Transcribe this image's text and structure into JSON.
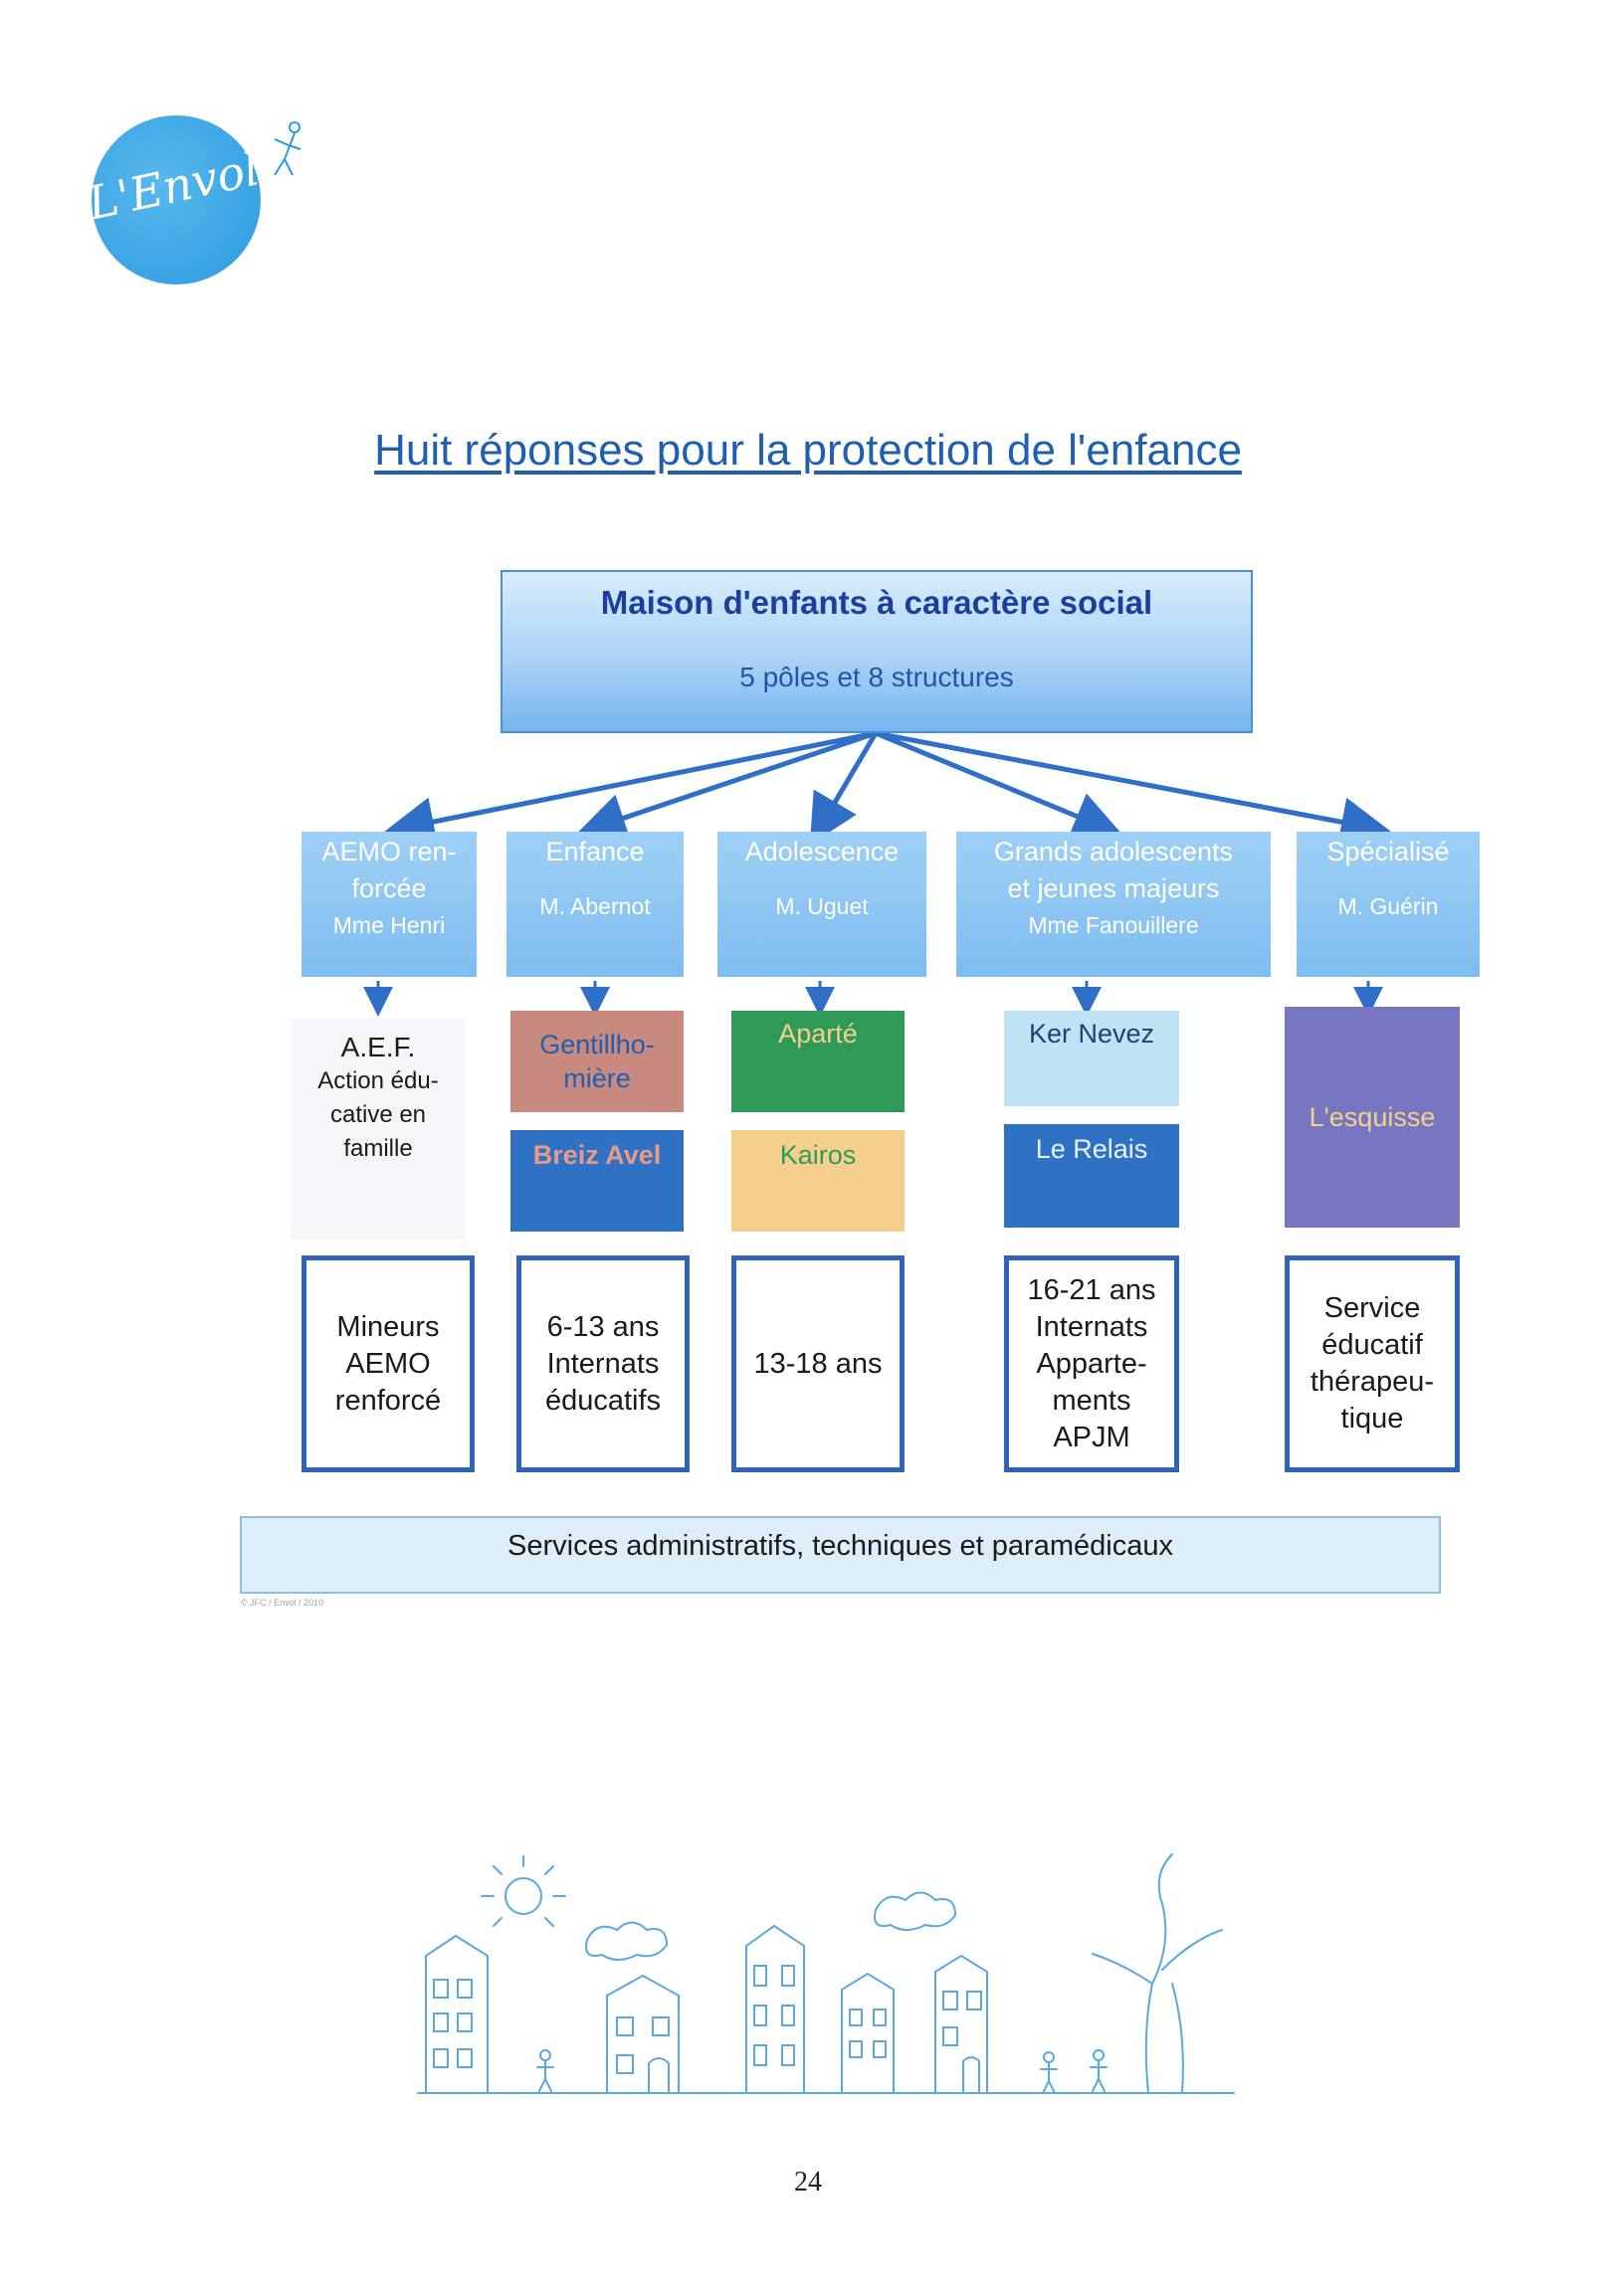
{
  "logo": {
    "text": "L'Envol"
  },
  "title": "Huit réponses pour la protection de l'enfance",
  "root": {
    "title": "Maison d'enfants à caractère social",
    "subtitle": "5 pôles et 8 structures"
  },
  "poles": [
    {
      "name_line1": "AEMO ren-",
      "name_line2": "forcée",
      "manager": "Mme Henri"
    },
    {
      "name_line1": "Enfance",
      "name_line2": "",
      "manager": "M. Abernot"
    },
    {
      "name_line1": "Adolescence",
      "name_line2": "",
      "manager": "M. Uguet"
    },
    {
      "name_line1": "Grands adolescents",
      "name_line2": "et jeunes majeurs",
      "manager": "Mme Fanouillere"
    },
    {
      "name_line1": "Spécialisé",
      "name_line2": "",
      "manager": "M. Guérin"
    }
  ],
  "structures": {
    "aef": {
      "title": "A.E.F.",
      "line1": "Action édu-",
      "line2": "cative en",
      "line3": "famille"
    },
    "gentillhomiere": {
      "line1": "Gentillho-",
      "line2": "mière"
    },
    "breiz_avel": "Breiz Avel",
    "aparte": "Aparté",
    "kairos": "Kairos",
    "ker_nevez": "Ker Nevez",
    "le_relais": "Le Relais",
    "esquisse": "L'esquisse"
  },
  "ages": [
    {
      "l1": "Mineurs",
      "l2": "AEMO",
      "l3": "renforcé",
      "l4": "",
      "l5": ""
    },
    {
      "l1": "6-13 ans",
      "l2": "Internats",
      "l3": "éducatifs",
      "l4": "",
      "l5": ""
    },
    {
      "l1": "13-18 ans",
      "l2": "",
      "l3": "",
      "l4": "",
      "l5": ""
    },
    {
      "l1": "16-21 ans",
      "l2": "Internats",
      "l3": "Apparte-",
      "l4": "ments",
      "l5": "APJM"
    },
    {
      "l1": "Service",
      "l2": "éducatif",
      "l3": "thérapeu-",
      "l4": "tique",
      "l5": ""
    }
  ],
  "services": "Services administratifs, techniques et paramédicaux",
  "copyright": "© JFC / Envol / 2010",
  "page_number": "24",
  "colors": {
    "title": "#1f5fb0",
    "pole_text": "#ffffff",
    "arrow": "#2f6fc8",
    "gentillhomiere_bg": "#c8897f",
    "breiz_avel_bg": "#2f72c4",
    "aparte_bg": "#2f9a57",
    "kairos_bg": "#f4d08c",
    "ker_nevez_bg": "#bfe4f6",
    "le_relais_bg": "#2f72c4",
    "esquisse_bg": "#7776c0"
  }
}
